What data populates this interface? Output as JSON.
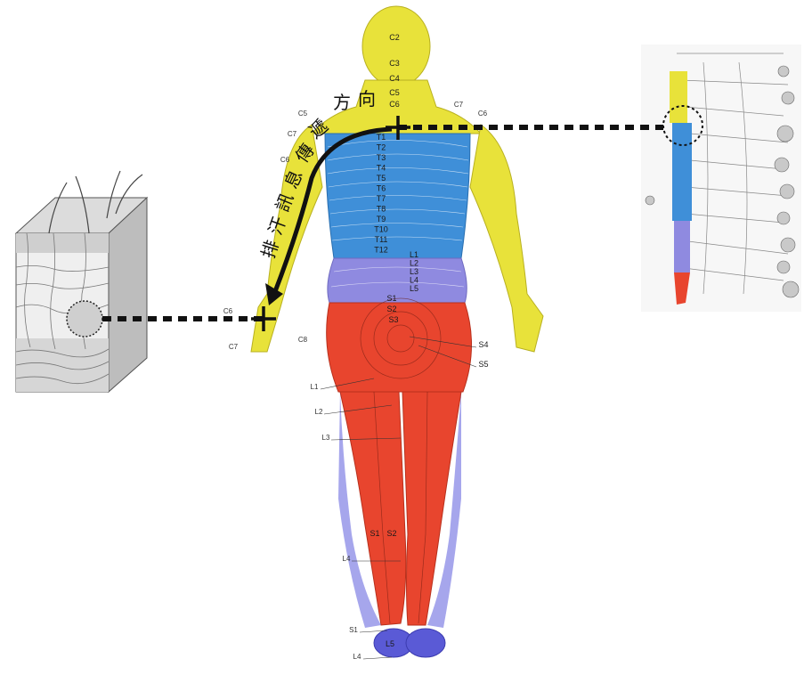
{
  "figure": {
    "arrow_text": "排汗訊息傳遞方向",
    "arrow_text_direction": "along the arm toward the hand",
    "colors": {
      "cervical": "#e8e23a",
      "thoracic": "#3f8fd8",
      "lumbar": "#8f8ae0",
      "sacral": "#e8452e"
    },
    "icon_names": [
      "skin-cross-section-illustration",
      "spinal-cord-sympathetic-chain-illustration",
      "dermatome-body-figure"
    ]
  },
  "dermatome_labels": {
    "cervical_center": [
      "C2",
      "C3",
      "C4",
      "C5",
      "C6"
    ],
    "neck_sides": [
      "C7",
      "C6"
    ],
    "arm_left": [
      "C5",
      "C7",
      "C6"
    ],
    "hand_left": [
      "C6",
      "C7",
      "C8"
    ],
    "thoracic": [
      "T1",
      "T2",
      "T3",
      "T4",
      "T5",
      "T6",
      "T7",
      "T8",
      "T9",
      "T10",
      "T11",
      "T12"
    ],
    "lumbar": [
      "L1",
      "L2",
      "L3",
      "L4",
      "L5"
    ],
    "sacral": [
      "S1",
      "S2",
      "S3",
      "S4",
      "S5"
    ],
    "leg_left": [
      "L1",
      "L2",
      "L3",
      "L4",
      "S1",
      "L4"
    ],
    "calf": [
      "S1",
      "S2"
    ],
    "foot": [
      "L5"
    ]
  }
}
